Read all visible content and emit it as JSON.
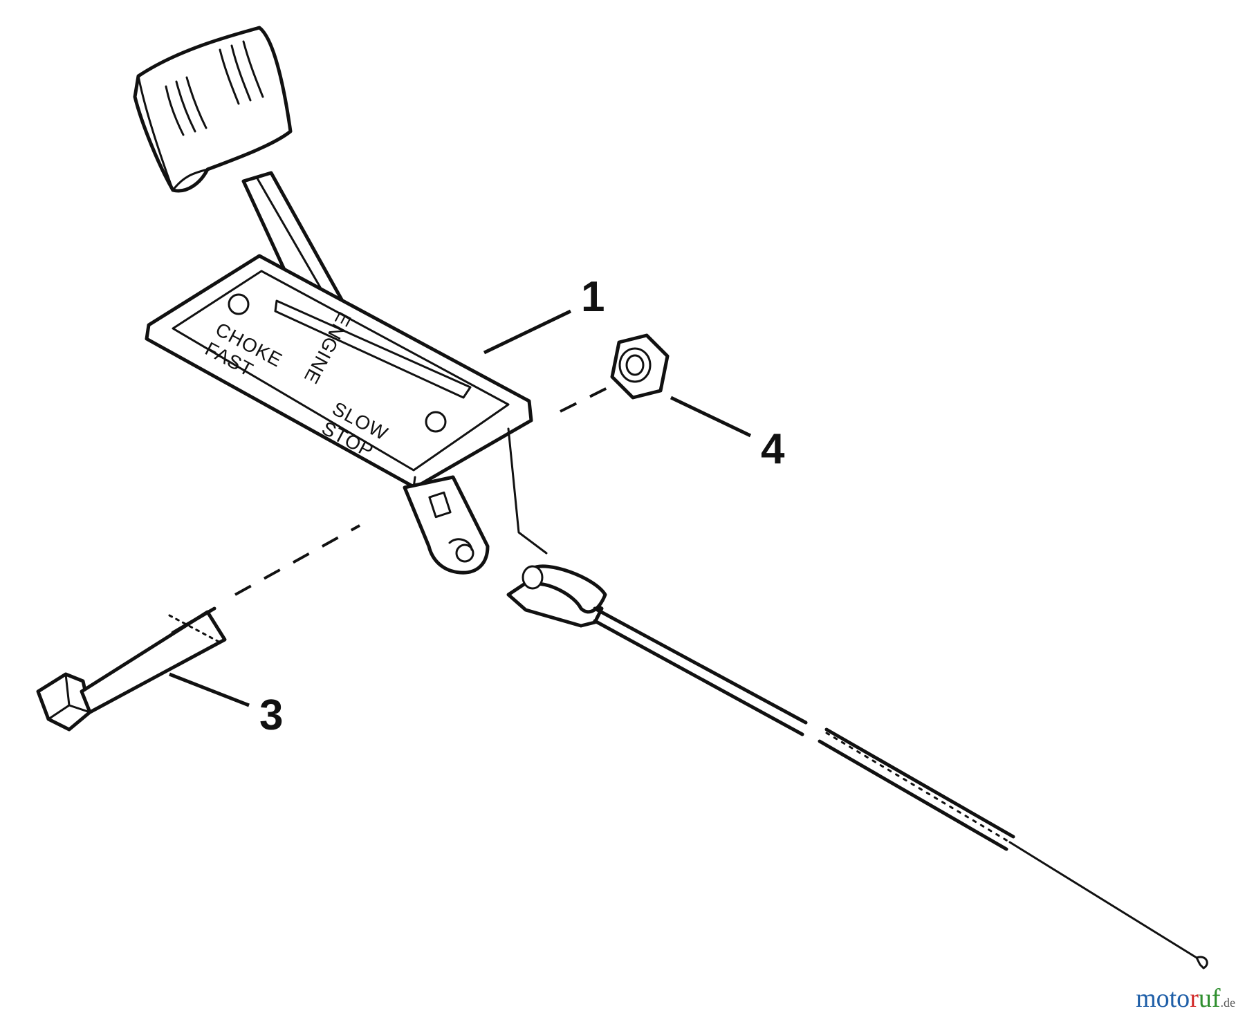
{
  "diagram": {
    "callouts": [
      "1",
      "3",
      "4"
    ],
    "plate_labels": {
      "choke": "CHOKE",
      "fast": "FAST",
      "slow": "SLOW",
      "stop": "STOP",
      "engine": "ENGINE"
    }
  },
  "watermark": {
    "part1": "moto",
    "part2": "r",
    "part3": "uf",
    "part4": ".de"
  }
}
